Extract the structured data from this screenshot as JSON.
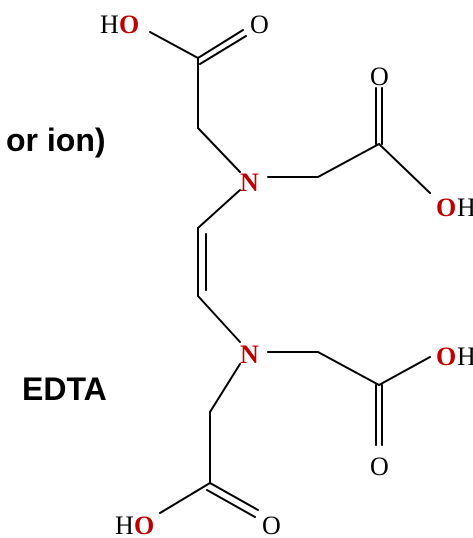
{
  "labels": {
    "caption_fragment": "or ion)",
    "molecule_name": "EDTA"
  },
  "atoms": {
    "top_left_H": "H",
    "top_left_O": "O",
    "top_left_carbonyl_O": "O",
    "top_right_carbonyl_O": "O",
    "top_right_O": "O",
    "top_right_H": "H",
    "upper_N": "N",
    "lower_N": "N",
    "mid_right_O": "O",
    "mid_right_H": "H",
    "mid_right_carbonyl_O": "O",
    "bottom_left_H": "H",
    "bottom_left_O": "O",
    "bottom_carbonyl_O": "O"
  },
  "colors": {
    "heteroatom": "#c00000",
    "bond": "#000000",
    "text": "#000000"
  }
}
